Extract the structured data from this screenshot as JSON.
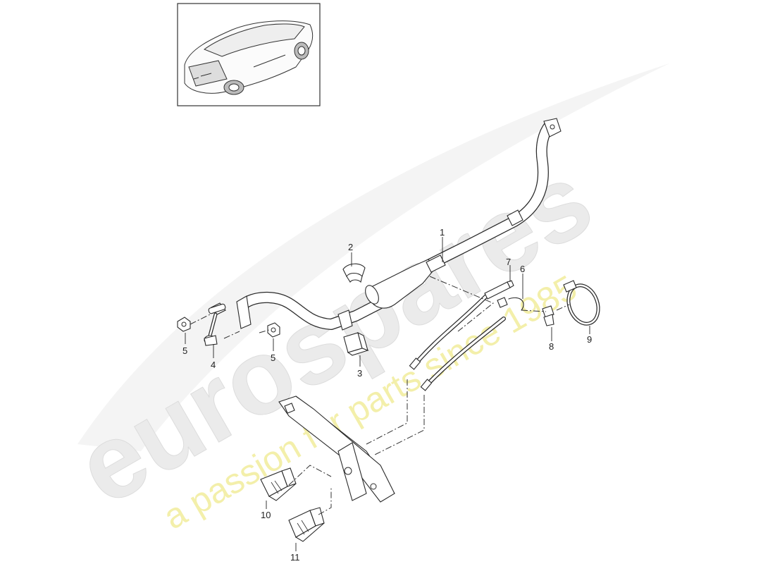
{
  "watermark": {
    "logo": "eurospares",
    "tagline": "a passion for parts since 1985",
    "logo_color": "#e9e9e9",
    "tagline_color": "#f2eda0"
  },
  "thumbnail": {
    "icon": "car-rear-three-quarter-icon"
  },
  "callouts": [
    {
      "id": "1",
      "label": "1"
    },
    {
      "id": "2",
      "label": "2"
    },
    {
      "id": "3",
      "label": "3"
    },
    {
      "id": "4",
      "label": "4"
    },
    {
      "id": "5a",
      "label": "5"
    },
    {
      "id": "5b",
      "label": "5"
    },
    {
      "id": "6",
      "label": "6"
    },
    {
      "id": "7",
      "label": "7"
    },
    {
      "id": "8",
      "label": "8"
    },
    {
      "id": "9",
      "label": "9"
    },
    {
      "id": "10",
      "label": "10"
    },
    {
      "id": "11",
      "label": "11"
    }
  ],
  "colors": {
    "line": "#2a2a2a",
    "frame": "#333333"
  }
}
